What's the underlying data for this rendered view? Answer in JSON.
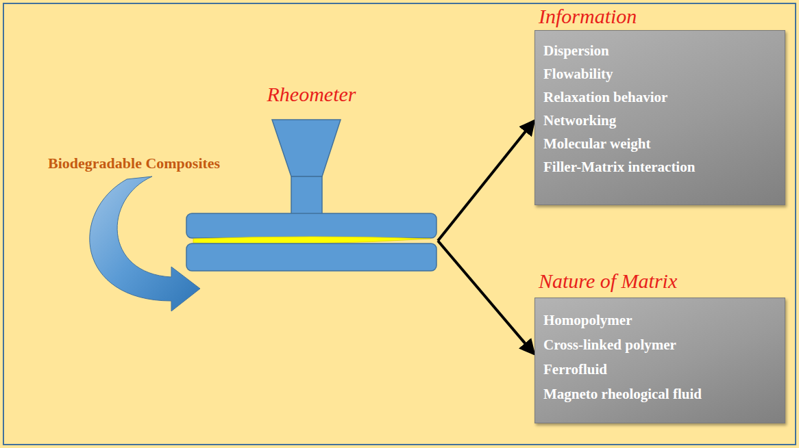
{
  "diagram": {
    "nodes": [
      {
        "text": [
          "Rheometer"
        ]
      },
      {
        "text": [
          "Information",
          "Dispersion",
          "Flowability",
          "Relaxation behavior",
          "Networking",
          "Molecular weight",
          "Filler-Matrix interaction"
        ]
      },
      {
        "text": [
          "Nature of Matrix",
          "Homopolymer",
          "Cross-linked polymer",
          "Ferrofluid",
          "Magneto rheological fluid"
        ]
      }
    ],
    "edges": [
      {
        "from": 0,
        "to": 1,
        "arrow": "to"
      },
      {
        "from": 0,
        "to": 2,
        "arrow": "to"
      }
    ],
    "labels": [
      "Biodegradable Composites"
    ]
  }
}
